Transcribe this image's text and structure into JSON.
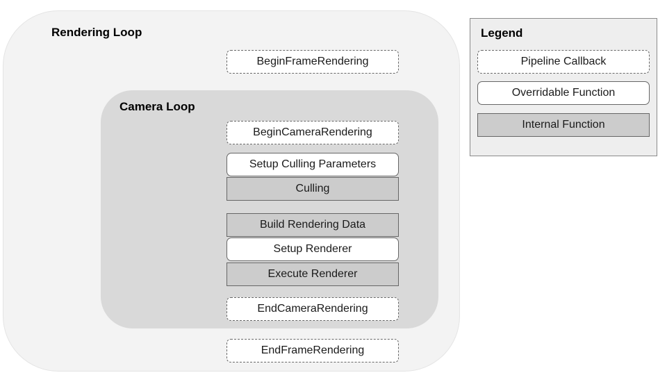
{
  "rendering_loop": {
    "title": "Rendering Loop",
    "begin_frame": "BeginFrameRendering",
    "end_frame": "EndFrameRendering"
  },
  "camera_loop": {
    "title": "Camera Loop",
    "steps": [
      {
        "label": "BeginCameraRendering",
        "kind": "callback"
      },
      {
        "label": "Setup Culling Parameters",
        "kind": "overridable"
      },
      {
        "label": "Culling",
        "kind": "internal"
      },
      {
        "label": "Build Rendering Data",
        "kind": "internal"
      },
      {
        "label": "Setup Renderer",
        "kind": "overridable"
      },
      {
        "label": "Execute Renderer",
        "kind": "internal"
      },
      {
        "label": "EndCameraRendering",
        "kind": "callback"
      }
    ]
  },
  "legend": {
    "title": "Legend",
    "items": [
      {
        "label": "Pipeline Callback",
        "kind": "callback"
      },
      {
        "label": "Overridable Function",
        "kind": "overridable"
      },
      {
        "label": "Internal Function",
        "kind": "internal"
      }
    ]
  },
  "colors": {
    "rendering_loop_fill": "#f3f3f3",
    "camera_loop_fill": "#d9d9d9",
    "internal_fill": "#cccccc",
    "box_border": "#666666",
    "legend_fill": "#eeeeee"
  }
}
